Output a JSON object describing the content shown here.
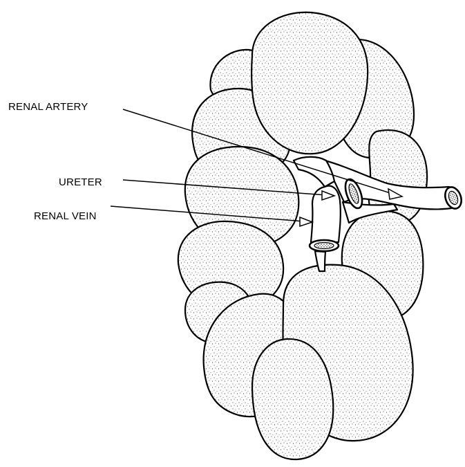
{
  "labels": {
    "renal_artery": "RENAL ARTERY",
    "ureter": "URETER",
    "renal_vein": "RENAL VEIN"
  },
  "colors": {
    "ink": "#000000",
    "paper": "#ffffff"
  }
}
